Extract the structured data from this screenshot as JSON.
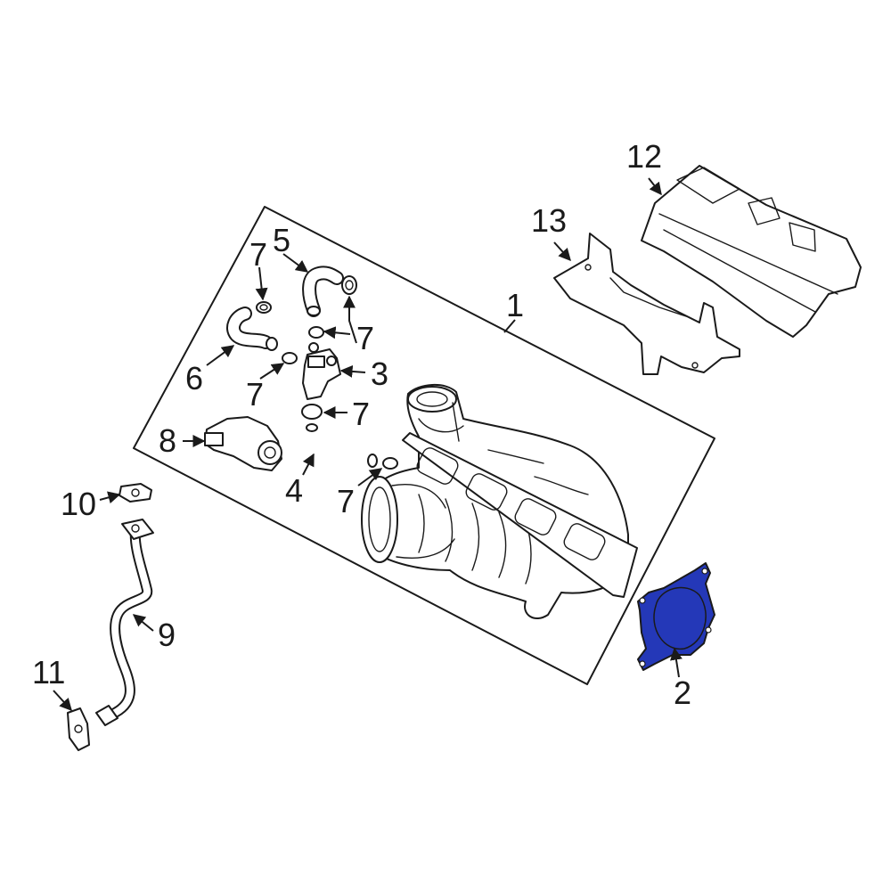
{
  "highlight_color": "#2438b8",
  "highlighted_part": "2",
  "callouts": {
    "c1": "1",
    "c2": "2",
    "c3": "3",
    "c4": "4",
    "c5": "5",
    "c6": "6",
    "c7a": "7",
    "c7b": "7",
    "c7c": "7",
    "c7d": "7",
    "c7e": "7",
    "c8": "8",
    "c9": "9",
    "c10": "10",
    "c11": "11",
    "c12": "12",
    "c13": "13"
  }
}
